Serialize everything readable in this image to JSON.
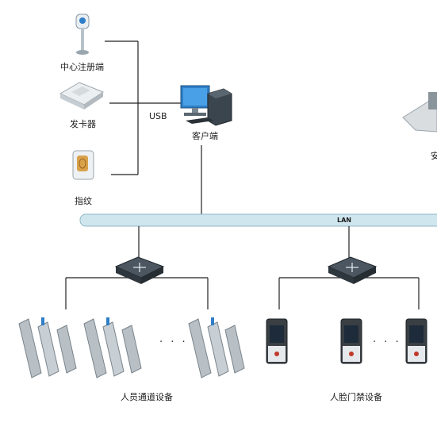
{
  "devices": {
    "registration": "中心注册端",
    "card_issuer": "发卡器",
    "fingerprint": "指纹",
    "client": "客户端"
  },
  "links": {
    "usb": "USB",
    "lan": "LAN"
  },
  "groups": {
    "turnstiles": "人员通道设备",
    "face_access": "人脸门禁设备",
    "ellipsis": "· · ·"
  },
  "cutoff": {
    "right_label_fragment": "安"
  },
  "colors": {
    "lan_bus": "#cfe6ee",
    "lan_border": "#8fb7c4",
    "line": "#222222",
    "monitor": "#2f7fc8",
    "switch": "#3d4650"
  }
}
